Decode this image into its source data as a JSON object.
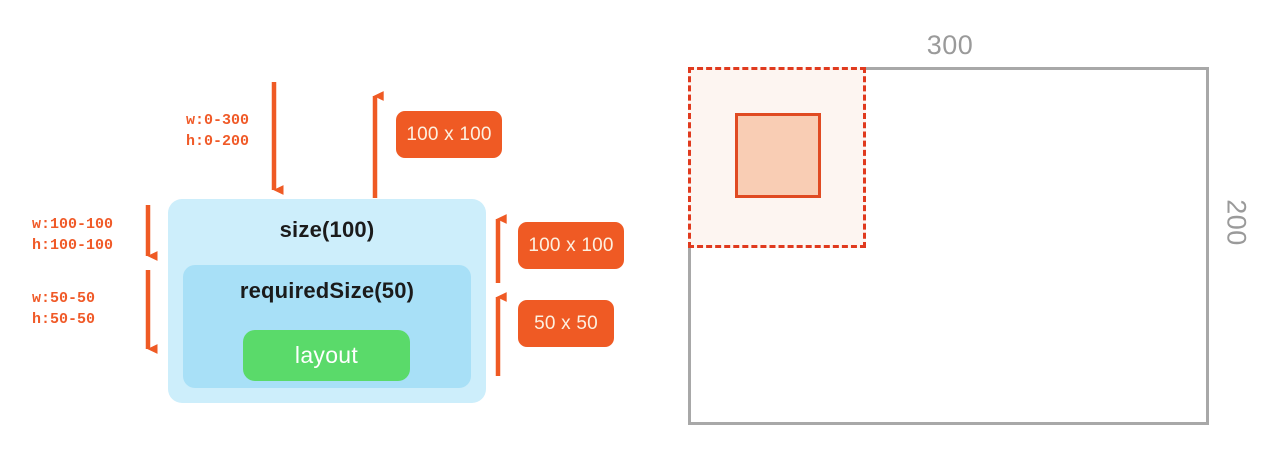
{
  "diagram": {
    "left_panel": {
      "outer_box_label": "size(100)",
      "inner_box_label": "requiredSize(50)",
      "layout_button_label": "layout",
      "constraints": [
        {
          "name": "incoming-constraint",
          "width_text": "w:0-300",
          "height_text": "h:0-200"
        },
        {
          "name": "size-constraint",
          "width_text": "w:100-100",
          "height_text": "h:100-100"
        },
        {
          "name": "required-size-constraint",
          "width_text": "w:50-50",
          "height_text": "h:50-50"
        }
      ],
      "badges": [
        {
          "name": "reported-size-badge",
          "text": "100 x 100"
        },
        {
          "name": "size-result-badge",
          "text": "100 x 100"
        },
        {
          "name": "required-size-result-badge",
          "text": "50 x 50"
        }
      ]
    },
    "right_panel": {
      "width_label": "300",
      "height_label": "200"
    },
    "colors": {
      "accent_orange": "#ef5a24",
      "outer_box_blue": "#cdeefb",
      "inner_box_blue": "#a8e0f7",
      "layout_green": "#5ada6a",
      "dim_gray": "#9a9a9a",
      "dashed_red": "#e03a1e",
      "inner_fill_peach": "#f9cdb4"
    }
  }
}
